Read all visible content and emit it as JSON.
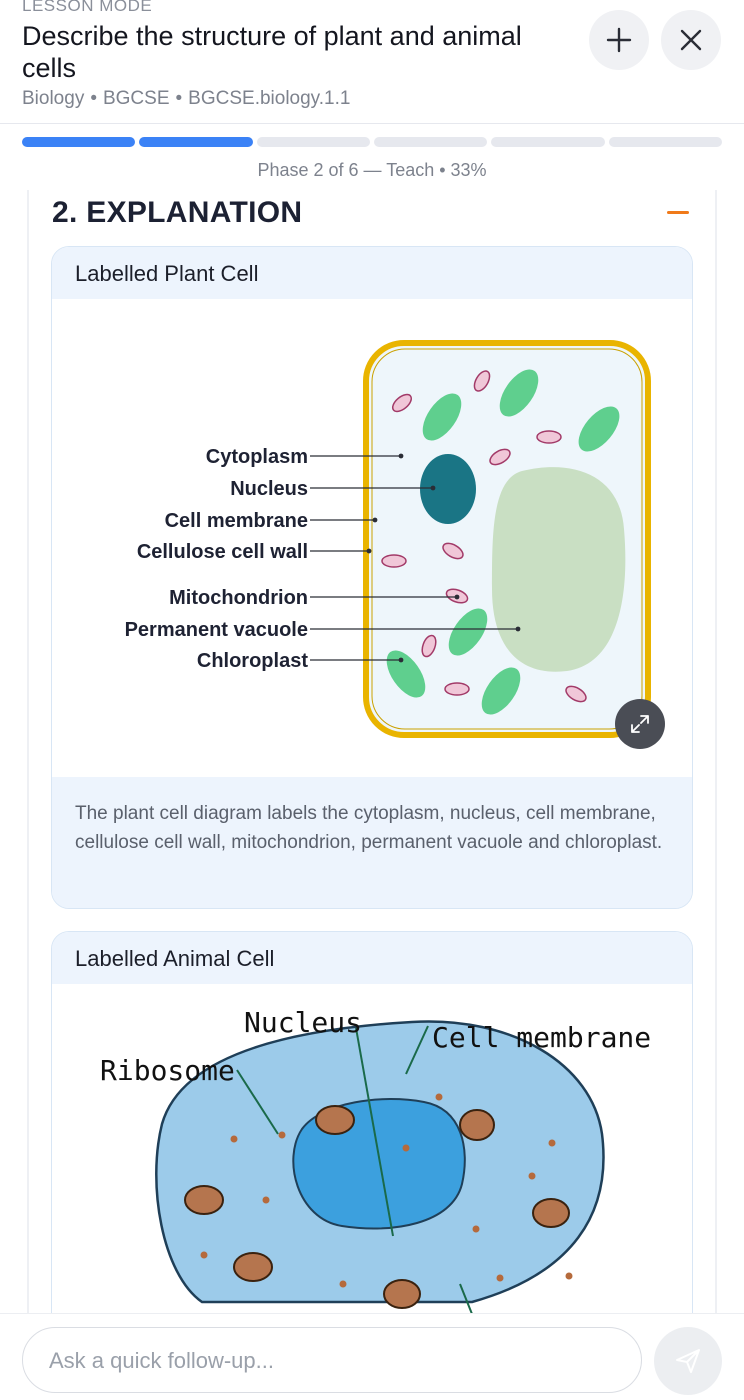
{
  "header": {
    "mode_label": "LESSON MODE",
    "title": "Describe the structure of plant and animal cells",
    "breadcrumb": [
      "Biology",
      "BGCSE",
      "BGCSE.biology.1.1"
    ],
    "breadcrumb_sep": "•",
    "add_icon": "plus-icon",
    "close_icon": "close-icon"
  },
  "progress": {
    "segments_total": 6,
    "segments_done": 2,
    "label": "Phase 2 of 6 — Teach • 33%",
    "fraction": 0.33,
    "accent": "#3b82f6"
  },
  "section": {
    "title": "2. EXPLANATION",
    "collapse_icon": "minus-icon",
    "collapse_color": "#f07a1a"
  },
  "plant_figure": {
    "title": "Labelled Plant Cell",
    "labels": {
      "cytoplasm": "Cytoplasm",
      "nucleus": "Nucleus",
      "cell_membrane": "Cell membrane",
      "cell_wall": "Cellulose cell wall",
      "mitochondrion": "Mitochondrion",
      "vacuole": "Permanent vacuole",
      "chloroplast": "Chloroplast"
    },
    "caption": "The plant cell diagram labels the cytoplasm, nucleus, cell membrane, cellulose cell wall, mitochondrion, permanent vacuole and chloroplast.",
    "expand_icon": "expand-icon"
  },
  "animal_figure": {
    "title": "Labelled Animal Cell",
    "labels": {
      "nucleus": "Nucleus",
      "cell_membrane": "Cell membrane",
      "ribosome": "Ribosome"
    }
  },
  "composer": {
    "placeholder": "Ask a quick follow-up...",
    "send_icon": "send-icon"
  }
}
